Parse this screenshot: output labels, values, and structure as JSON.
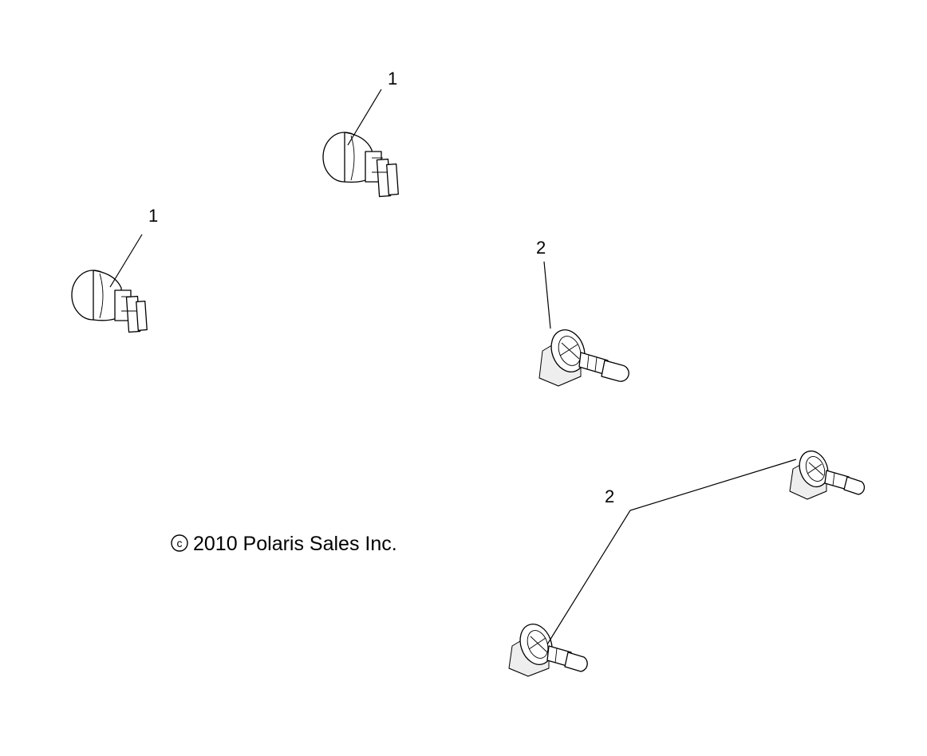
{
  "callouts": [
    {
      "id": "c1a",
      "label": "1"
    },
    {
      "id": "c1b",
      "label": "1"
    },
    {
      "id": "c2a",
      "label": "2"
    },
    {
      "id": "c2b",
      "label": "2"
    }
  ],
  "copyright": {
    "symbol": "c",
    "text": "2010 Polaris Sales Inc."
  },
  "parts": [
    {
      "id": "bulb-wedge",
      "name": "wedge-base-bulb",
      "callout": "1"
    },
    {
      "id": "bulb-halogen",
      "name": "halogen-headlight-bulb",
      "callout": "2"
    }
  ]
}
